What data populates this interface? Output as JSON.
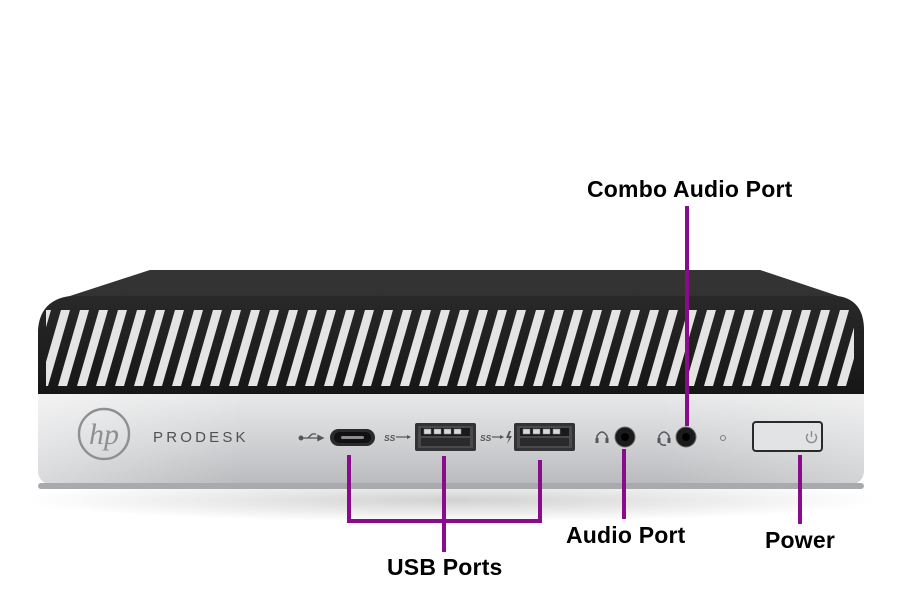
{
  "device": {
    "logo_text": "hp",
    "model_label": "PRODESK"
  },
  "callouts": {
    "combo_audio_port": "Combo Audio Port",
    "usb_ports": "USB Ports",
    "audio_port": "Audio Port",
    "power": "Power"
  },
  "colors": {
    "callout_line": "#8a0b8c",
    "chassis_top": "#1c1c1c",
    "front_panel": "#cfd0d2",
    "label_text": "#000000"
  },
  "icons": {
    "usb_c": "usb-icon",
    "usb_a_left": "superspeed-usb-icon",
    "usb_a_right": "superspeed-usb-charging-icon",
    "audio": "headphone-icon",
    "combo_audio": "headset-icon",
    "power": "power-icon"
  }
}
